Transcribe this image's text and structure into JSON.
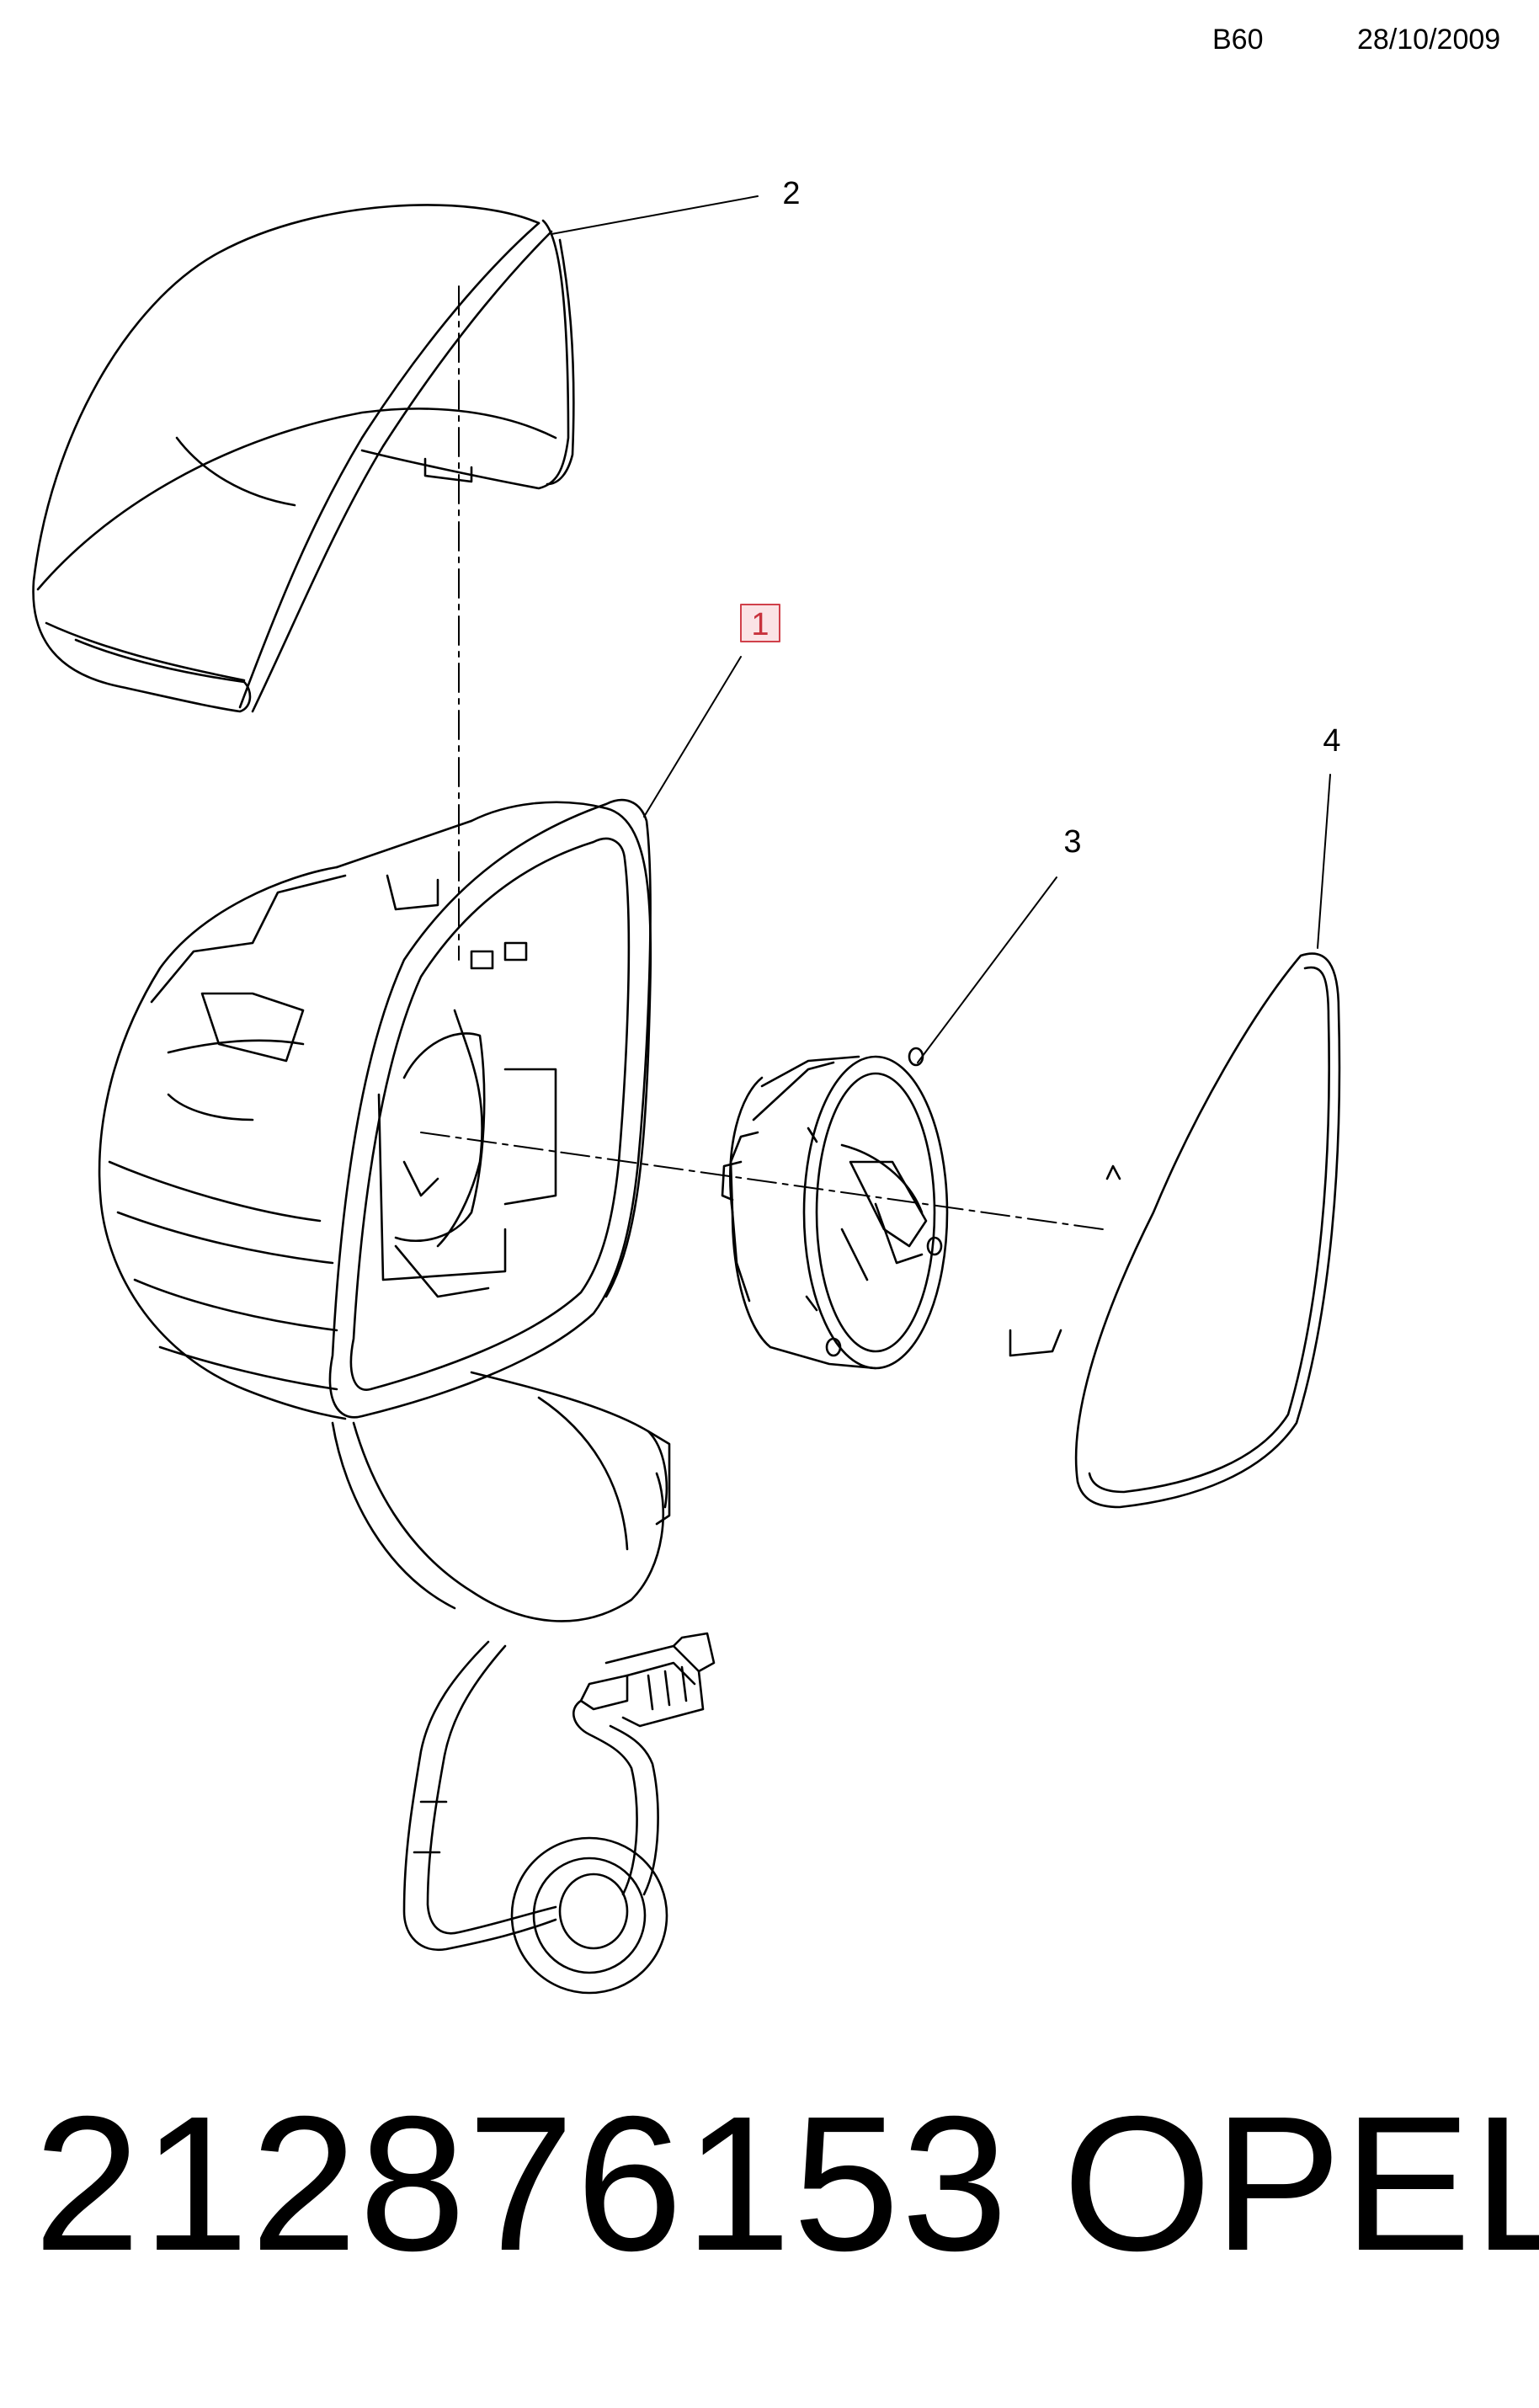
{
  "header": {
    "code": "B60",
    "date": "28/10/2009"
  },
  "callouts": [
    {
      "label": "1",
      "highlighted": true
    },
    {
      "label": "2",
      "highlighted": false
    },
    {
      "label": "3",
      "highlighted": false
    },
    {
      "label": "4",
      "highlighted": false
    }
  ],
  "footer": {
    "part_number": "212876153",
    "brand": "OPEL"
  },
  "colors": {
    "line": "#000000",
    "highlight_border": "#d0404a",
    "highlight_fill": "#fbe3e5"
  }
}
